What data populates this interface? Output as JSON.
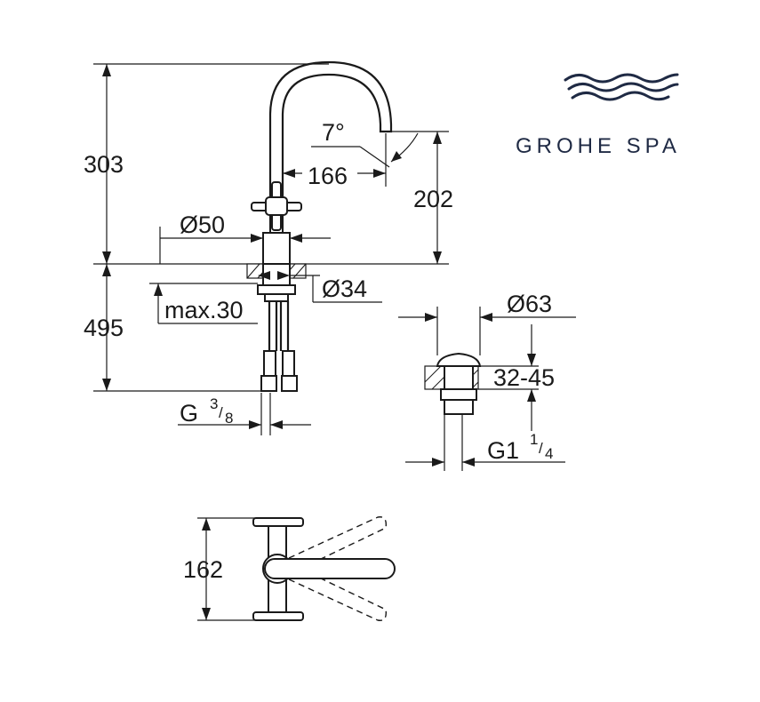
{
  "brand": {
    "name": "GROHE SPA",
    "color": "#1f2a44",
    "icon": "waves-icon"
  },
  "dimensions": {
    "total_height_above": "303",
    "total_height_below": "495",
    "spout_height": "202",
    "spout_reach": "166",
    "spout_angle": "7°",
    "base_diameter": "Ø50",
    "hole_diameter": "Ø34",
    "max_thickness": "max.30",
    "connection_thread_prefix": "G ",
    "connection_thread_num": "3",
    "connection_thread_den": "8",
    "waste_diameter": "Ø63",
    "waste_thickness_range": "32-45",
    "waste_thread_prefix": "G1 ",
    "waste_thread_num": "1",
    "waste_thread_den": "4",
    "handle_span": "162"
  }
}
